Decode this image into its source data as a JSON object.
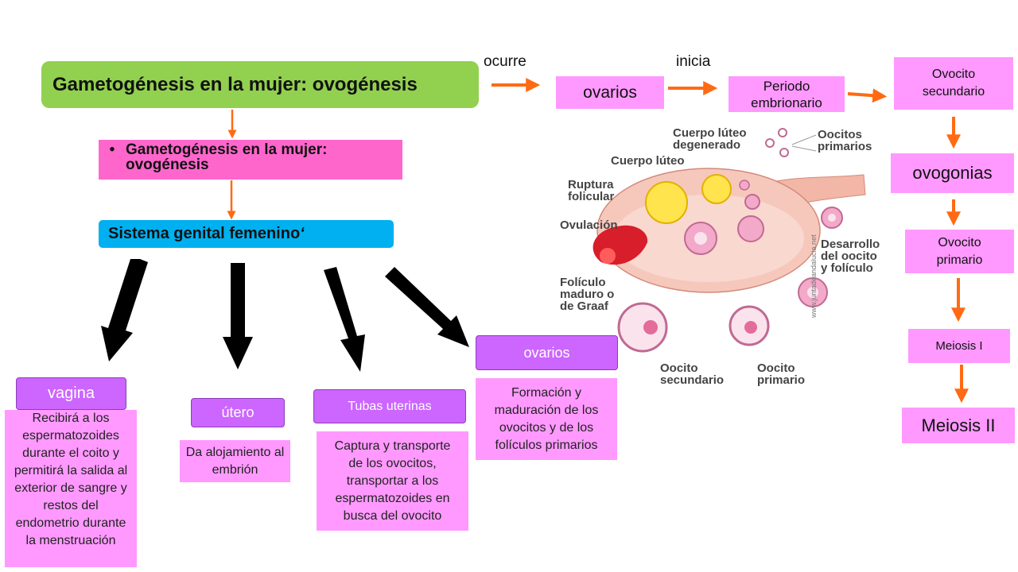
{
  "title": "Gametogénesis en la mujer: ovogénesis",
  "subtitle_bullet": "•",
  "subtitle": "Gametogénesis en la mujer: ovogénesis",
  "system": "Sistema genital femenino",
  "system_mark": "‘",
  "flow": {
    "ocurre": "ocurre",
    "ovarios": "ovarios",
    "inicia": "inicia",
    "periodo": "Periodo embrionario",
    "ovocito_secundario": "Ovocito secundario",
    "ovogonias": "ovogonias",
    "ovocito_primario": "Ovocito primario",
    "meiosis_1": "Meiosis I",
    "meiosis_2": "Meiosis II"
  },
  "organs": [
    {
      "name": "vagina",
      "desc": "Recibirá a los espermatozoides durante el coito y permitirá la salida al exterior de sangre y restos del endometrio durante la menstruación"
    },
    {
      "name": "útero",
      "desc": "Da alojamiento al embrión"
    },
    {
      "name": "Tubas uterinas",
      "desc": "Captura y transporte de los ovocitos, transportar a los espermatozoides en busca del ovocito"
    },
    {
      "name": "ovarios",
      "desc": "Formación y maduración de los ovocitos y de los folículos primarios"
    }
  ],
  "illustration": {
    "cuerpo_luteo_degenerado": "Cuerpo lúteo degenerado",
    "oocitos_primarios": "Oocitos primarios",
    "cuerpo_luteo": "Cuerpo lúteo",
    "ruptura_folicular": "Ruptura folicular",
    "ovulacion": "Ovulación",
    "foliculo_maduro": "Folículo maduro o de Graaf",
    "desarrollo": "Desarrollo del oocito y folículo",
    "oocito_secundario": "Oocito secundario",
    "oocito_primario": "Oocito primario",
    "watermark": "www.juntadeandalucia.net"
  },
  "colors": {
    "title_bg": "#92d050",
    "subtitle_bg": "#ff66cc",
    "system_bg": "#00b0f0",
    "pink_box": "#ff99ff",
    "violet_box": "#cc66ff",
    "arrow_orange": "#ff6a13",
    "arrow_black": "#000000"
  }
}
